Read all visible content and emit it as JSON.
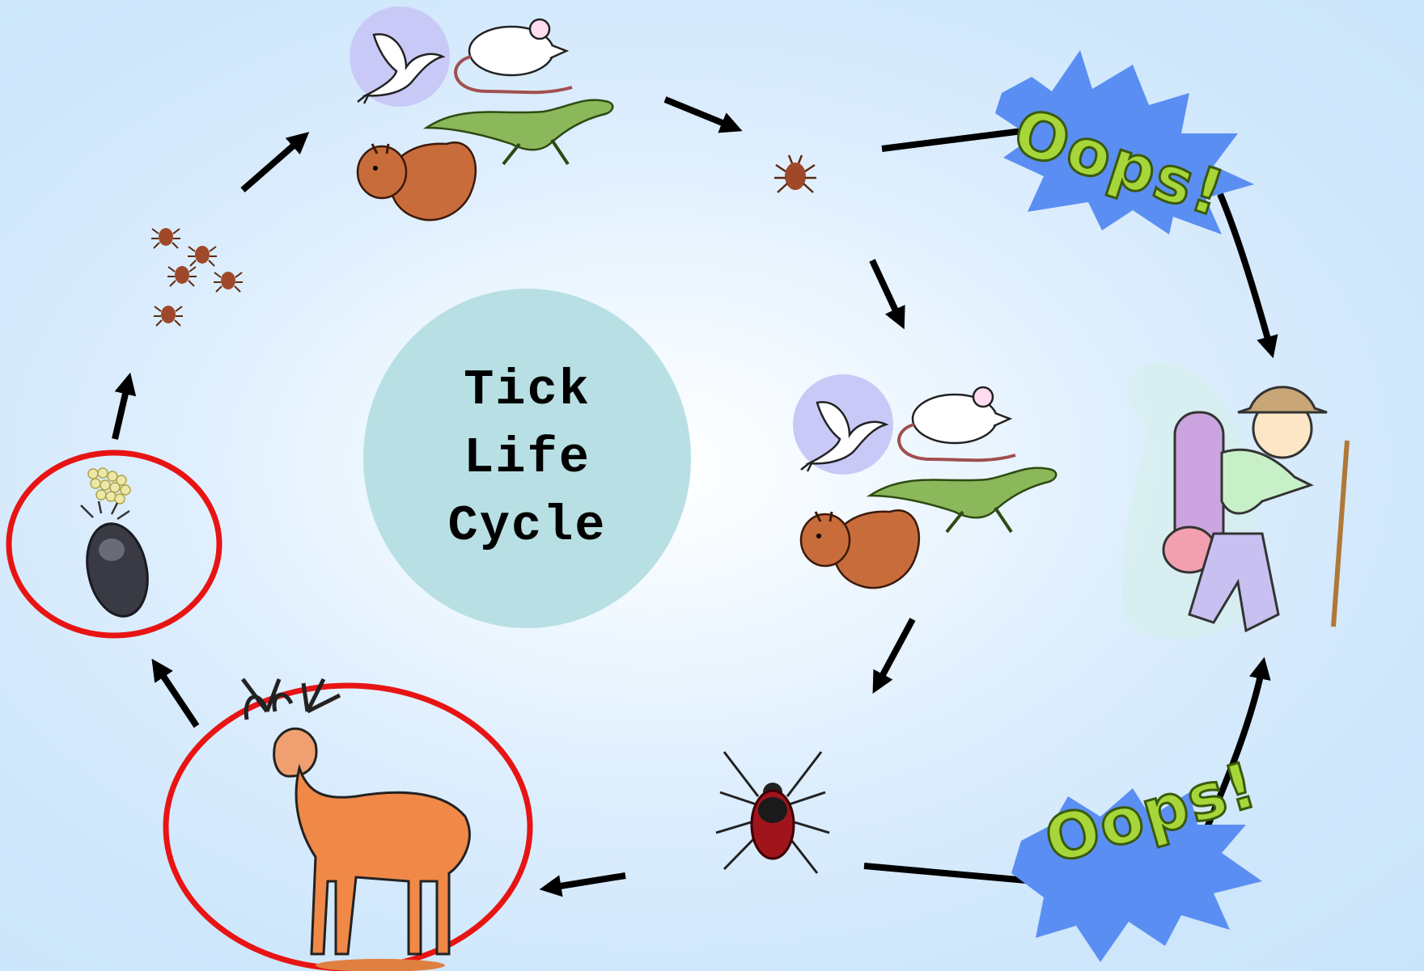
{
  "diagram": {
    "title_lines": [
      "Tick",
      "Life",
      "Cycle"
    ],
    "callouts": [
      "Oops!",
      "Oops!"
    ],
    "colors": {
      "background": "#cfe7fb",
      "title_circle": "#b8e0e4",
      "highlight_ring": "#e81414",
      "arrow": "#000000",
      "oops_text": "#a6d63a",
      "oops_burst": "#5a8ef2"
    },
    "stages": [
      {
        "icon": "tick-eggs-icon",
        "highlighted": true
      },
      {
        "icon": "tick-larvae-icon",
        "highlighted": false
      },
      {
        "icon": "small-hosts-icon",
        "highlighted": false
      },
      {
        "icon": "tick-nymph-icon",
        "highlighted": false
      },
      {
        "icon": "small-hosts-icon",
        "highlighted": false
      },
      {
        "icon": "adult-tick-icon",
        "highlighted": false
      },
      {
        "icon": "deer-icon",
        "highlighted": true
      },
      {
        "icon": "hiker-icon",
        "highlighted": false
      }
    ]
  }
}
